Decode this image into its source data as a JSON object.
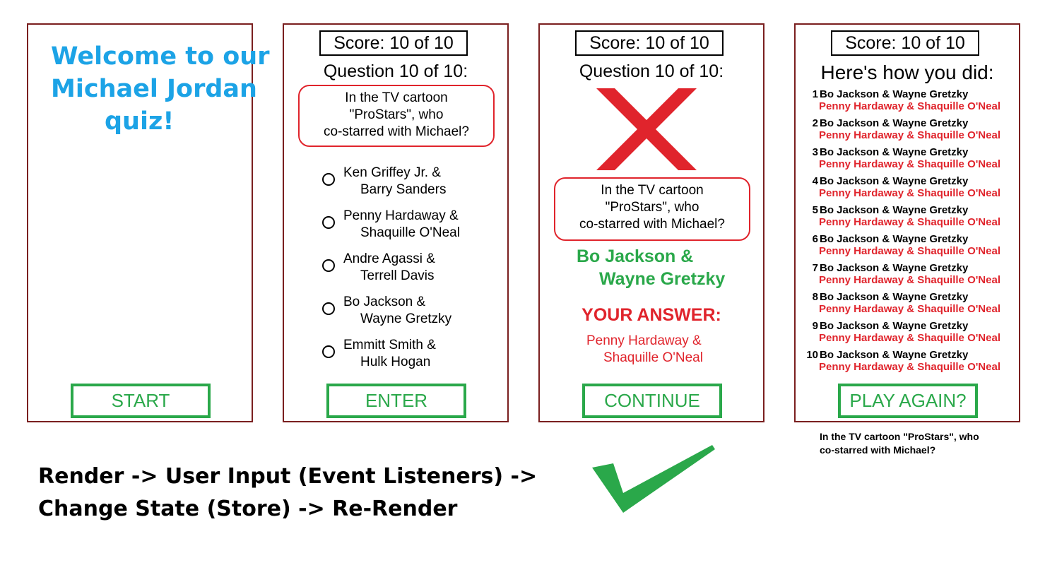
{
  "start_screen": {
    "welcome_lines": [
      "Welcome to our",
      "Michael Jordan",
      "quiz!"
    ],
    "button_label": "START"
  },
  "question_screen": {
    "score": "Score: 10 of 10",
    "question_number": "Question 10 of 10:",
    "question_lines": [
      "In the TV cartoon",
      "\"ProStars\", who",
      "co-starred with Michael?"
    ],
    "options": [
      {
        "line1": "Ken Griffey Jr. &",
        "line2": "Barry Sanders"
      },
      {
        "line1": "Penny Hardaway &",
        "line2": "Shaquille O'Neal"
      },
      {
        "line1": "Andre Agassi &",
        "line2": "Terrell Davis"
      },
      {
        "line1": "Bo Jackson &",
        "line2": "Wayne Gretzky"
      },
      {
        "line1": "Emmitt Smith &",
        "line2": "Hulk Hogan"
      }
    ],
    "button_label": "ENTER"
  },
  "feedback_screen": {
    "score": "Score: 10 of 10",
    "question_number": "Question 10 of 10:",
    "result_icon": "x-icon",
    "question_lines": [
      "In the TV cartoon",
      "\"ProStars\", who",
      "co-starred with Michael?"
    ],
    "correct_answer_lines": [
      "Bo Jackson &",
      "Wayne Gretzky"
    ],
    "your_answer_label": "YOUR ANSWER:",
    "your_answer_lines": [
      "Penny Hardaway &",
      "Shaquille O'Neal"
    ],
    "button_label": "CONTINUE"
  },
  "results_screen": {
    "score": "Score: 10 of 10",
    "title": "Here's how you did:",
    "results": [
      {
        "num": "1",
        "correct": "Bo Jackson & Wayne Gretzky",
        "yours": "Penny Hardaway & Shaquille O'Neal"
      },
      {
        "num": "2",
        "correct": "Bo Jackson & Wayne Gretzky",
        "yours": "Penny Hardaway & Shaquille O'Neal"
      },
      {
        "num": "3",
        "correct": "Bo Jackson & Wayne Gretzky",
        "yours": "Penny Hardaway & Shaquille O'Neal"
      },
      {
        "num": "4",
        "correct": "Bo Jackson & Wayne Gretzky",
        "yours": "Penny Hardaway & Shaquille O'Neal"
      },
      {
        "num": "5",
        "correct": "Bo Jackson & Wayne Gretzky",
        "yours": "Penny Hardaway & Shaquille O'Neal"
      },
      {
        "num": "6",
        "correct": "Bo Jackson & Wayne Gretzky",
        "yours": "Penny Hardaway & Shaquille O'Neal"
      },
      {
        "num": "7",
        "correct": "Bo Jackson & Wayne Gretzky",
        "yours": "Penny Hardaway & Shaquille O'Neal"
      },
      {
        "num": "8",
        "correct": "Bo Jackson & Wayne Gretzky",
        "yours": "Penny Hardaway & Shaquille O'Neal"
      },
      {
        "num": "9",
        "correct": "Bo Jackson & Wayne Gretzky",
        "yours": "Penny Hardaway & Shaquille O'Neal"
      },
      {
        "num": "10",
        "correct": "Bo Jackson & Wayne Gretzky",
        "yours": "Penny Hardaway & Shaquille O'Neal"
      }
    ],
    "button_label": "PLAY AGAIN?",
    "caption_lines": [
      "In the TV cartoon \"ProStars\", who",
      "co-starred with Michael?"
    ]
  },
  "flow_note": {
    "lines": [
      "Render -> User Input (Event Listeners) ->",
      "Change State (Store) -> Re-Render"
    ]
  },
  "decorations": {
    "checkmark_icon": "checkmark-icon",
    "colors": {
      "correct": "#2aa84a",
      "wrong": "#e0242c",
      "welcome": "#1ca3e6",
      "panel_border": "#7a1f1f"
    }
  }
}
